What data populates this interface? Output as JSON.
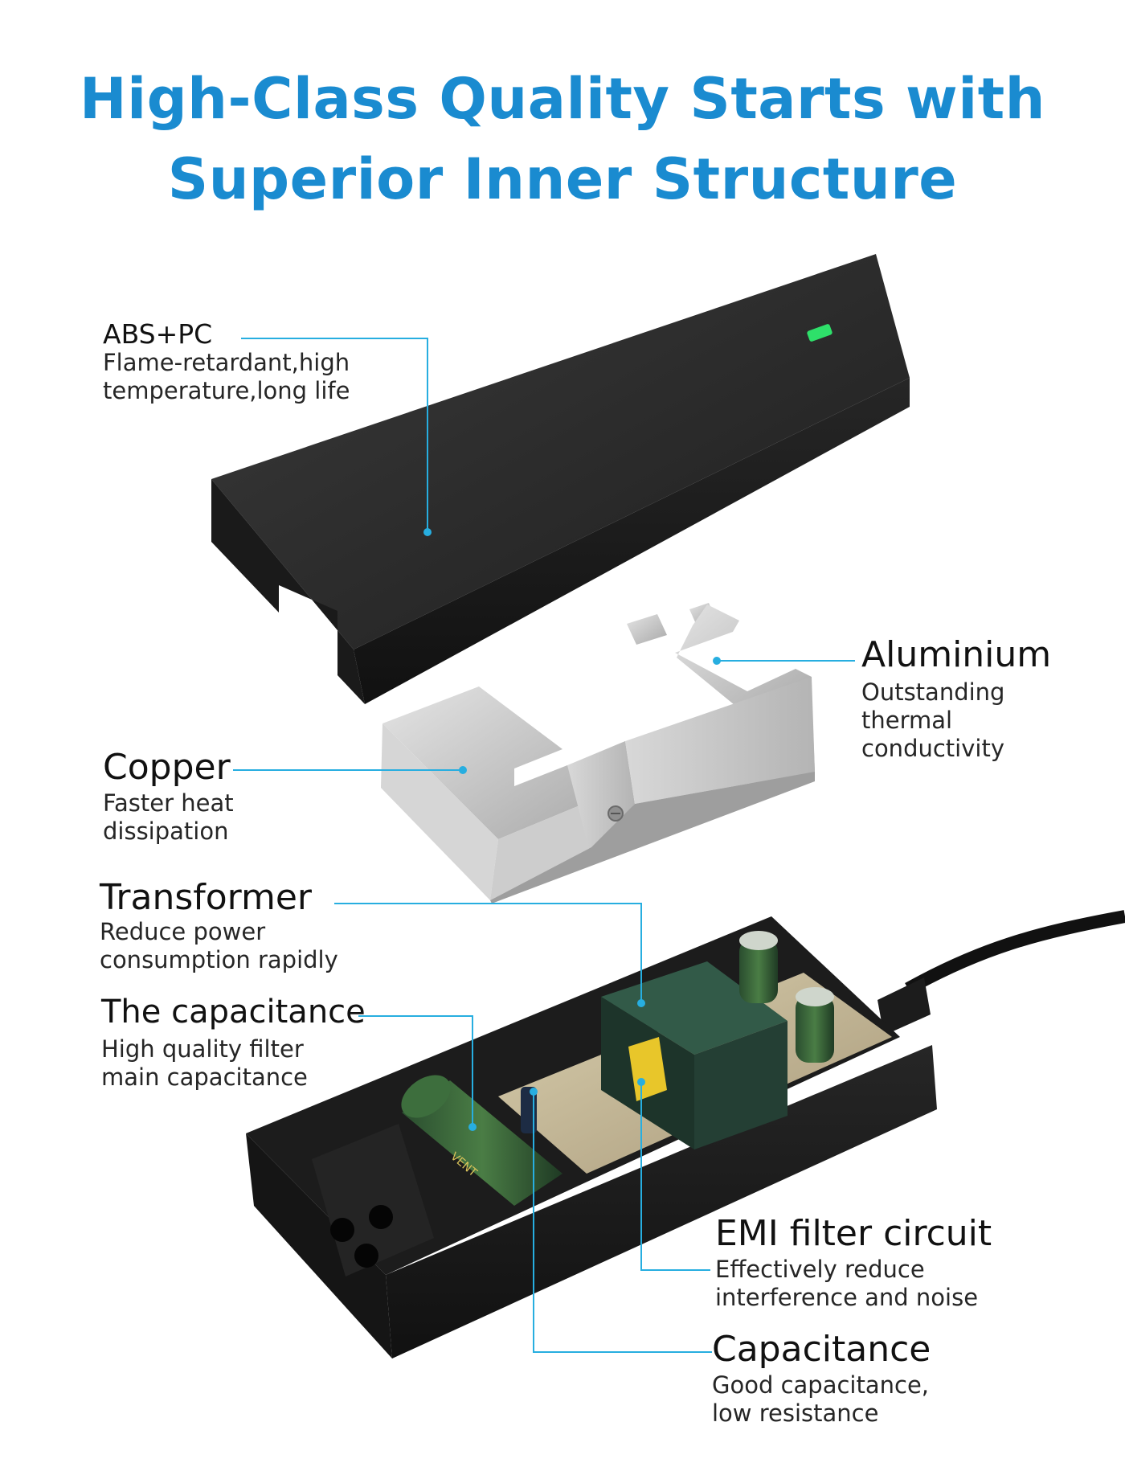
{
  "heading": {
    "line1": "High-Class Quality Starts with",
    "line2": "Superior Inner Structure"
  },
  "colors": {
    "heading": "#1a8bd0",
    "callout_line": "#27aee0",
    "case": "#232323",
    "metal": "#c9c9c9",
    "led": "#2ee06a",
    "transformer": "#2a4a3c",
    "capacitor": "#2f5a38"
  },
  "labels": {
    "abs_pc": {
      "title": "ABS+PC",
      "desc_1": "Flame-retardant,high",
      "desc_2": "temperature,long life"
    },
    "aluminium": {
      "title": "Aluminium",
      "desc_1": "Outstanding",
      "desc_2": "thermal",
      "desc_3": "conductivity"
    },
    "copper": {
      "title": "Copper",
      "desc_1": "Faster heat",
      "desc_2": "dissipation"
    },
    "transformer": {
      "title": "Transformer",
      "desc_1": "Reduce power",
      "desc_2": "consumption rapidly"
    },
    "capacitance_main": {
      "title": "The capacitance",
      "desc_1": "High quality filter",
      "desc_2": "main capacitance"
    },
    "emi": {
      "title": "EMI filter circuit",
      "desc_1": "Effectively reduce",
      "desc_2": "interference and noise"
    },
    "capacitance": {
      "title": "Capacitance",
      "desc_1": "Good capacitance,",
      "desc_2": "low resistance"
    }
  },
  "capacitor_marking": "VENT"
}
